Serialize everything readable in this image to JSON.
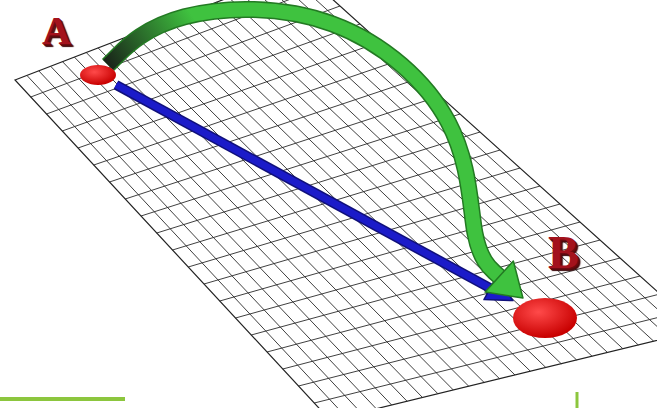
{
  "diagram": {
    "nodes": [
      {
        "text": [
          "A"
        ]
      },
      {
        "text": [
          "B"
        ]
      }
    ],
    "edges": [
      {
        "from": 0,
        "to": 1,
        "arrow": "to"
      },
      {
        "from": 0,
        "to": 1,
        "arrow": "to"
      }
    ]
  }
}
